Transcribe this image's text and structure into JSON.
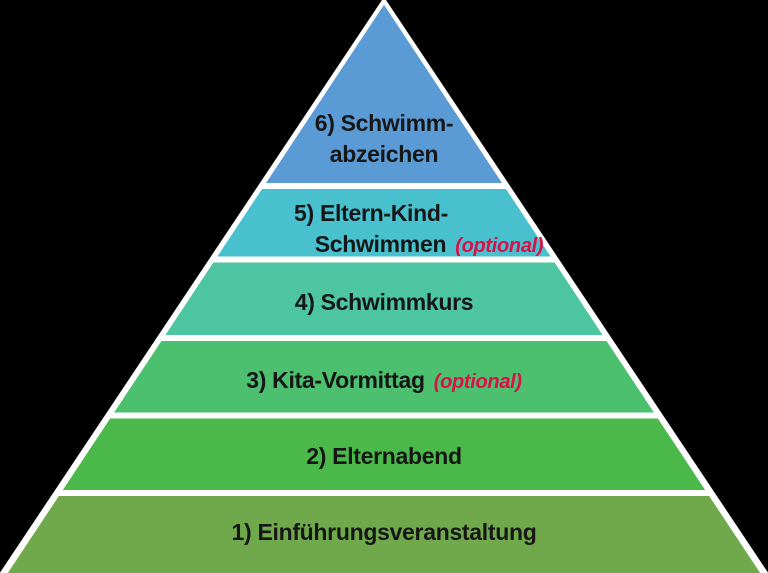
{
  "page": {
    "background_color": "#000000"
  },
  "pyramid": {
    "type": "pyramid-diagram",
    "outline_color": "#ffffff",
    "text_color": "#161616",
    "optional_color": "#d8114a",
    "levels": [
      {
        "rank": 6,
        "line1": "6) Schwimm-",
        "line2": "abzeichen",
        "color": "#5b9bd5"
      },
      {
        "rank": 5,
        "line1": "5) Eltern-Kind-",
        "line2": "Schwimmen",
        "optional": "(optional)",
        "color": "#49c0cd"
      },
      {
        "rank": 4,
        "line1": "4) Schwimmkurs",
        "color": "#4ec5a1"
      },
      {
        "rank": 3,
        "line1": "3) Kita-Vormittag",
        "optional": "(optional)",
        "color": "#4cc06e"
      },
      {
        "rank": 2,
        "line1": "2) Elternabend",
        "color": "#4bb94a"
      },
      {
        "rank": 1,
        "line1": "1) Einführungsveranstaltung",
        "color": "#70a94b"
      }
    ]
  }
}
